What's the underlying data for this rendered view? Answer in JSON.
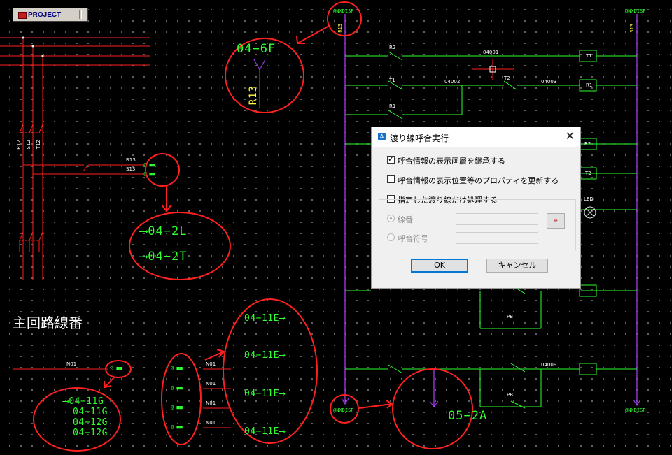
{
  "toolbar": {
    "label": "PROJECT",
    "icon": "project-icon"
  },
  "dialog": {
    "title": "渡り線呼合実行",
    "close": "✕",
    "checkboxes": [
      {
        "label": "呼合情報の表示画層を継承する",
        "checked": true
      },
      {
        "label": "呼合情報の表示位置等のプロパティを更新する",
        "checked": false
      },
      {
        "label": "指定した渡り線だけ処理する",
        "checked": false
      }
    ],
    "radios": [
      {
        "label": "線番",
        "selected": true
      },
      {
        "label": "呼合符号",
        "selected": false
      }
    ],
    "ok": "OK",
    "cancel": "キャンセル"
  },
  "drawing": {
    "heading": "主回路線番",
    "callouts": {
      "c1": "04−6F",
      "c1_wire": "R13",
      "c2a": "04−2L",
      "c2b": "04−2T",
      "c3": [
        "04−11G",
        "04−11G",
        "04−12G",
        "04−12G"
      ],
      "c4": [
        "04−11E",
        "04−11E",
        "04−11E",
        "04−11E"
      ],
      "c5": "05−2A"
    },
    "wire_labels": {
      "r12": "R12",
      "s12": "S12",
      "t12": "T12",
      "r13": "R13",
      "s13": "S13",
      "r13_top": "R13",
      "s13_top": "S13",
      "n01": "N01",
      "n01b": "N01",
      "n01c": "N01",
      "n01d": "N01",
      "n01e": "N01"
    },
    "ref_labels": {
      "nxdisp_tl": "@NXDISP",
      "nxdisp_tr": "@NXDISP",
      "nxdisp_bl": "@NXDISP",
      "nxdisp_br": "@NXDISP",
      "mark": "@ ■■"
    },
    "contacts": {
      "r2": "R2",
      "t1": "T1",
      "t2": "T2",
      "r1": "R1",
      "pb1": "PB",
      "pb2": "PB"
    },
    "wire_nums": {
      "w1": "04001",
      "w2": "04002",
      "w3": "04003",
      "w4": "04009"
    },
    "coils": {
      "t1": "T1",
      "r1": "R1",
      "r2": "R2",
      "t2": "T2",
      "led": "LED"
    }
  },
  "colors": {
    "background": "#000000",
    "wire_red": "#ff2020",
    "wire_green": "#30ff30",
    "wire_purple": "#b040ff",
    "annotation_red": "#ff2020"
  }
}
